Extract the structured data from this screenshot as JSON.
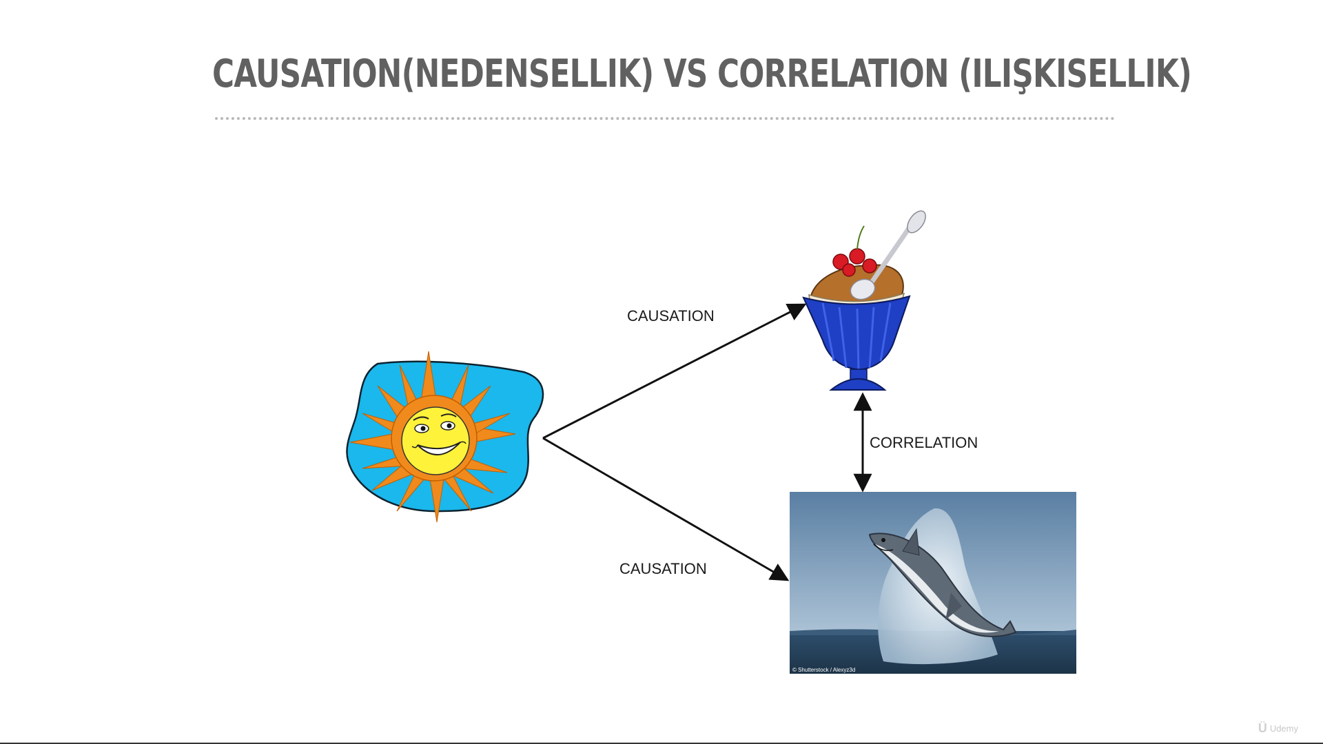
{
  "slide": {
    "title": "CAUSATION(NEDENSELLIK) VS CORRELATION (ILIŞKISELLIK)"
  },
  "diagram": {
    "nodes": [
      {
        "id": "sun",
        "icon": "sun-icon"
      },
      {
        "id": "ice-cream",
        "icon": "ice-cream-sundae-icon"
      },
      {
        "id": "shark",
        "icon": "shark-photo",
        "caption": "© Shutterstock / Alexyz3d"
      }
    ],
    "edges": [
      {
        "from": "sun",
        "to": "ice-cream",
        "label": "CAUSATION",
        "directed": true
      },
      {
        "from": "sun",
        "to": "shark",
        "label": "CAUSATION",
        "directed": true
      },
      {
        "from": "ice-cream",
        "to": "shark",
        "label": "CORRELATION",
        "directed": "both"
      }
    ]
  },
  "watermark": {
    "brand": "Udemy"
  },
  "colors": {
    "title": "#616161",
    "arrow": "#111111",
    "sun_bg": "#1ab8ec",
    "sun_rays": "#f08a1c",
    "sun_face": "#fff23a",
    "cup": "#1f3fc4",
    "sea": "#2e5472",
    "sky": "#6f93b5"
  }
}
